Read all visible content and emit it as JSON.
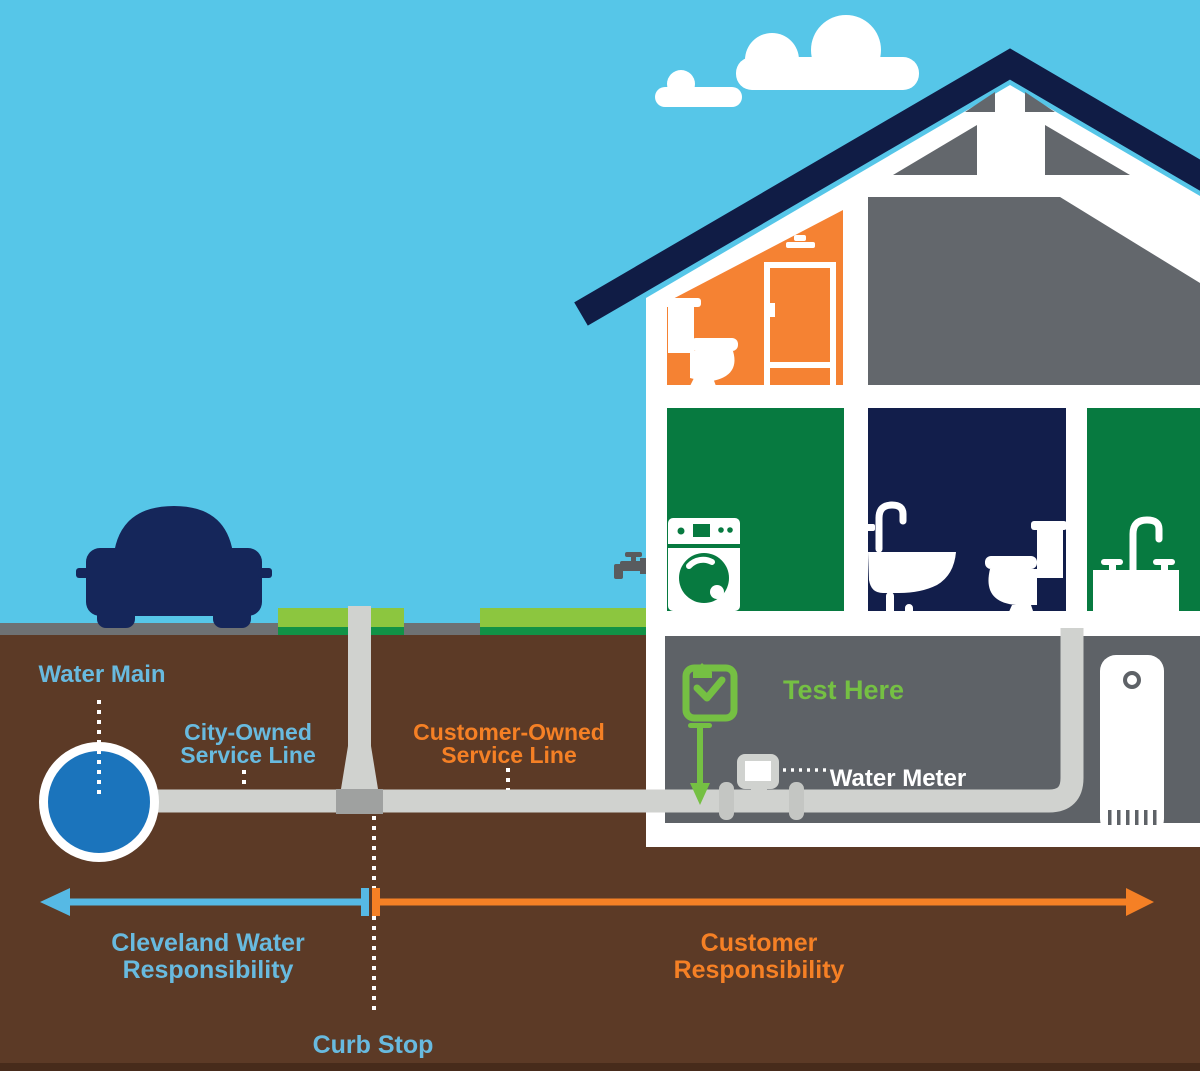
{
  "diagram_title": "Water service line responsibility diagram",
  "labels": {
    "water_main": "Water Main",
    "city_line1": "City-Owned",
    "city_line2": "Service Line",
    "customer_line1": "Customer-Owned",
    "customer_line2": "Service Line",
    "curb_stop": "Curb Stop",
    "test_here": "Test Here",
    "water_meter": "Water Meter",
    "cleveland_line1": "Cleveland Water",
    "cleveland_line2": "Responsibility",
    "customer_resp_line1": "Customer",
    "customer_resp_line2": "Responsibility"
  },
  "icons": {
    "clipboard_check": "clipboard-check-icon",
    "toilet_attic": "toilet-icon",
    "shower": "shower-stall-icon",
    "washing_machine": "washing-machine-icon",
    "wall_sink": "wall-sink-icon",
    "toilet_bath": "toilet-icon",
    "kitchen_sink": "kitchen-sink-icon",
    "water_heater": "water-heater-icon",
    "outdoor_spigot": "outdoor-spigot-icon",
    "car": "car-silhouette",
    "clouds": "cloud-icon"
  },
  "colors": {
    "sky": "#56C6E8",
    "cloud_white": "#FFFFFF",
    "ground_brown": "#5C3A26",
    "ground_brown_dark": "#472B1B",
    "road_gray": "#6E7173",
    "grass_light": "#8CC63F",
    "grass_dark": "#119246",
    "roof_navy": "#101C45",
    "car_navy": "#15265A",
    "house_white": "#FFFFFF",
    "attic_gray": "#63676C",
    "basement_gray": "#5E6267",
    "room_orange": "#F58233",
    "room_green": "#077A40",
    "room_navy": "#121E4B",
    "pipe_gray": "#D0D2CF",
    "pipe_dark_gray": "#9FA1A0",
    "coupling_gray": "#C4C6C3",
    "water_blue": "#1B74BC",
    "label_blue": "#68BADF",
    "label_orange": "#F58025",
    "label_green": "#75C043",
    "label_white": "#FFFFFF"
  }
}
